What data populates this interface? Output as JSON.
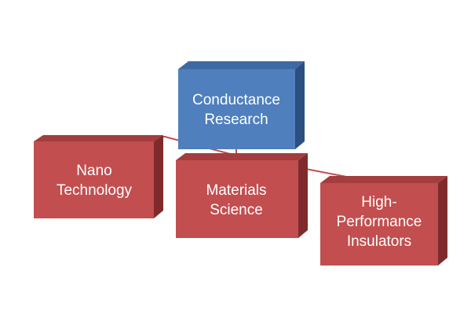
{
  "diagram": {
    "root": {
      "lines": [
        "Conductance",
        "Research"
      ],
      "colors": {
        "front": "#4f7fbd",
        "top": "#3e6aa3",
        "side": "#2b4f81"
      }
    },
    "children": [
      {
        "id": "nano",
        "lines": [
          "Nano",
          "Technology"
        ]
      },
      {
        "id": "materials",
        "lines": [
          "Materials",
          "Science"
        ]
      },
      {
        "id": "insulators",
        "lines": [
          "High-",
          "Performance",
          "Insulators"
        ]
      }
    ],
    "child_colors": {
      "front": "#c24e4f",
      "top": "#a33d3e",
      "side": "#7f2b2c"
    },
    "connector_color": "#c24e4f"
  }
}
